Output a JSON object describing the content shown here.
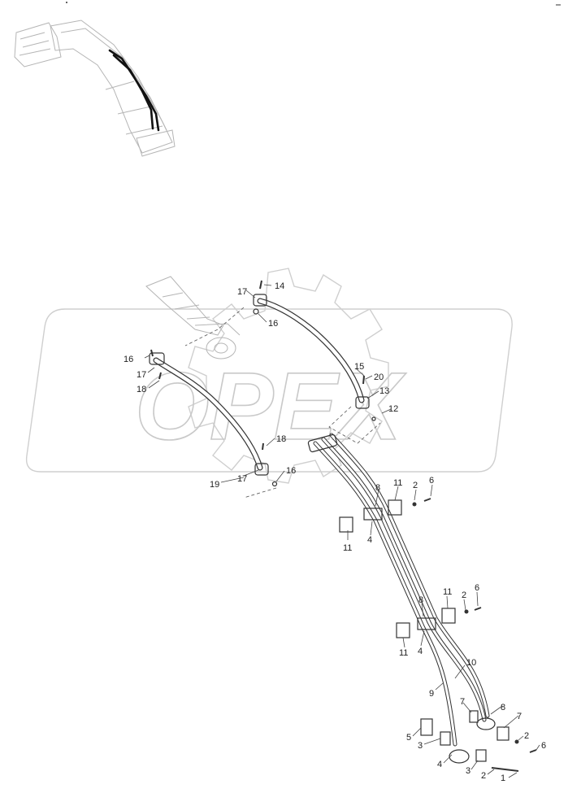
{
  "watermark": {
    "text": "OPEX"
  },
  "callouts": {
    "c1": "1",
    "c2a": "2",
    "c2b": "2",
    "c2c": "2",
    "c2d": "2",
    "c3a": "3",
    "c3b": "3",
    "c4a": "4",
    "c4b": "4",
    "c4c": "4",
    "c5": "5",
    "c6a": "6",
    "c6b": "6",
    "c6c": "6",
    "c7a": "7",
    "c7b": "7",
    "c8a": "8",
    "c8b": "8",
    "c8c": "8",
    "c9": "9",
    "c10": "10",
    "c11a": "11",
    "c11b": "11",
    "c11c": "11",
    "c11d": "11",
    "c12": "12",
    "c13": "13",
    "c14": "14",
    "c15": "15",
    "c16a": "16",
    "c16b": "16",
    "c16c": "16",
    "c17a": "17",
    "c17b": "17",
    "c17c": "17",
    "c18a": "18",
    "c18b": "18",
    "c19": "19",
    "c20": "20"
  },
  "icons": {
    "excavator": "excavator-boom-thumbnail",
    "watermark": "gear-logo-watermark"
  }
}
